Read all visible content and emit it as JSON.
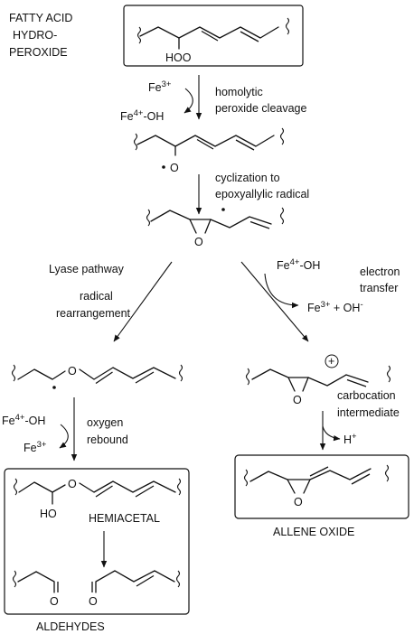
{
  "labels": {
    "fatty_acid_line1": "FATTY ACID",
    "fatty_acid_line2": "HYDRO-",
    "fatty_acid_line3": "PEROXIDE",
    "hoo": "HOO",
    "fe3_top": "Fe",
    "fe3_top_sup": "3+",
    "fe4_oh_top": "Fe",
    "fe4_oh_top_sup": "4+",
    "fe4_oh_top_tail": "-OH",
    "homolytic_line1": "homolytic",
    "homolytic_line2": "peroxide cleavage",
    "o_radical": "O",
    "cyclization_line1": "cyclization to",
    "cyclization_line2": "epoxyallylic radical",
    "o_epoxide_1": "O",
    "lyase": "Lyase pathway",
    "radical_line1": "radical",
    "radical_line2": "rearrangement",
    "fe4_oh_right": "Fe",
    "fe4_oh_right_sup": "4+",
    "fe4_oh_right_tail": "-OH",
    "electron_line1": "electron",
    "electron_line2": "transfer",
    "fe3_oh_right": "Fe",
    "fe3_oh_right_sup": "3+",
    "fe3_oh_right_mid": " + OH",
    "fe3_oh_right_sup2": "-",
    "o_ether": "O",
    "o_epoxide_2": "O",
    "plus_sign": "+",
    "carbocation_line1": "carbocation",
    "carbocation_line2": "intermediate",
    "fe4_oh_left": "Fe",
    "fe4_oh_left_sup": "4+",
    "fe4_oh_left_tail": "-OH",
    "oxygen_rebound_line1": "oxygen",
    "oxygen_rebound_line2": "rebound",
    "fe3_left": "Fe",
    "fe3_left_sup": "3+",
    "h_plus": "H",
    "h_plus_sup": "+",
    "o_hemiacetal": "O",
    "ho": "HO",
    "hemiacetal": "HEMIACETAL",
    "o_allene": "O",
    "o_ald_1": "O",
    "o_ald_2": "O",
    "allene_oxide": "ALLENE OXIDE",
    "aldehydes": "ALDEHYDES"
  }
}
